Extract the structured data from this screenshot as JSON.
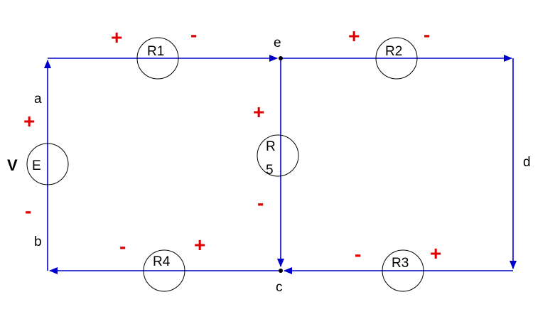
{
  "colors": {
    "wire": "#0000cc",
    "polarity": "#e00000",
    "component": "#000000",
    "background": "#ffffff"
  },
  "nodes": {
    "a": "a",
    "b": "b",
    "c": "c",
    "d": "d",
    "e": "e"
  },
  "source": {
    "label": "E",
    "voltage_label": "V",
    "plus": "+",
    "minus": "-"
  },
  "resistors": {
    "r1": {
      "label": "R1",
      "plus": "+",
      "minus": "-"
    },
    "r2": {
      "label": "R2",
      "plus": "+",
      "minus": "-"
    },
    "r3": {
      "label": "R3",
      "plus": "+",
      "minus": "-"
    },
    "r4": {
      "label": "R4",
      "plus": "+",
      "minus": "-"
    },
    "r5": {
      "label_top": "R",
      "label_bottom": "5",
      "plus": "+",
      "minus": "-"
    }
  }
}
